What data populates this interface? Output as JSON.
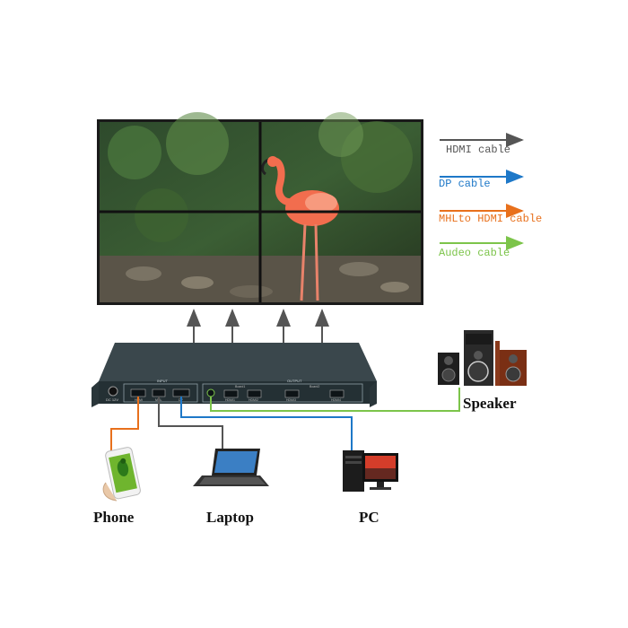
{
  "legend": {
    "hdmi": {
      "label": "HDMI cable",
      "color": "#555555"
    },
    "dp": {
      "label": "DP cable",
      "color": "#1e78c8"
    },
    "mhl": {
      "label": "MHLto HDMI cable",
      "color": "#e8701c"
    },
    "audio": {
      "label": "Audeo cable",
      "color": "#7cc44a"
    }
  },
  "devices": {
    "speaker": "Speaker",
    "phone": "Phone",
    "laptop": "Laptop",
    "pc": "PC"
  },
  "box": {
    "input_label": "INPUT",
    "output_label": "OUTPUT",
    "dc_label": "DC 12V",
    "input_ports": [
      "HDMI",
      "MHL",
      "DP"
    ],
    "output_ports": [
      "HDMI1",
      "HDMI2",
      "HDMI3",
      "HDMI4"
    ],
    "board_labels": [
      "Board1",
      "Board2"
    ]
  },
  "colors": {
    "box": "#2f3b40",
    "box_front": "#243034",
    "flamingo": "#f26d4e"
  }
}
